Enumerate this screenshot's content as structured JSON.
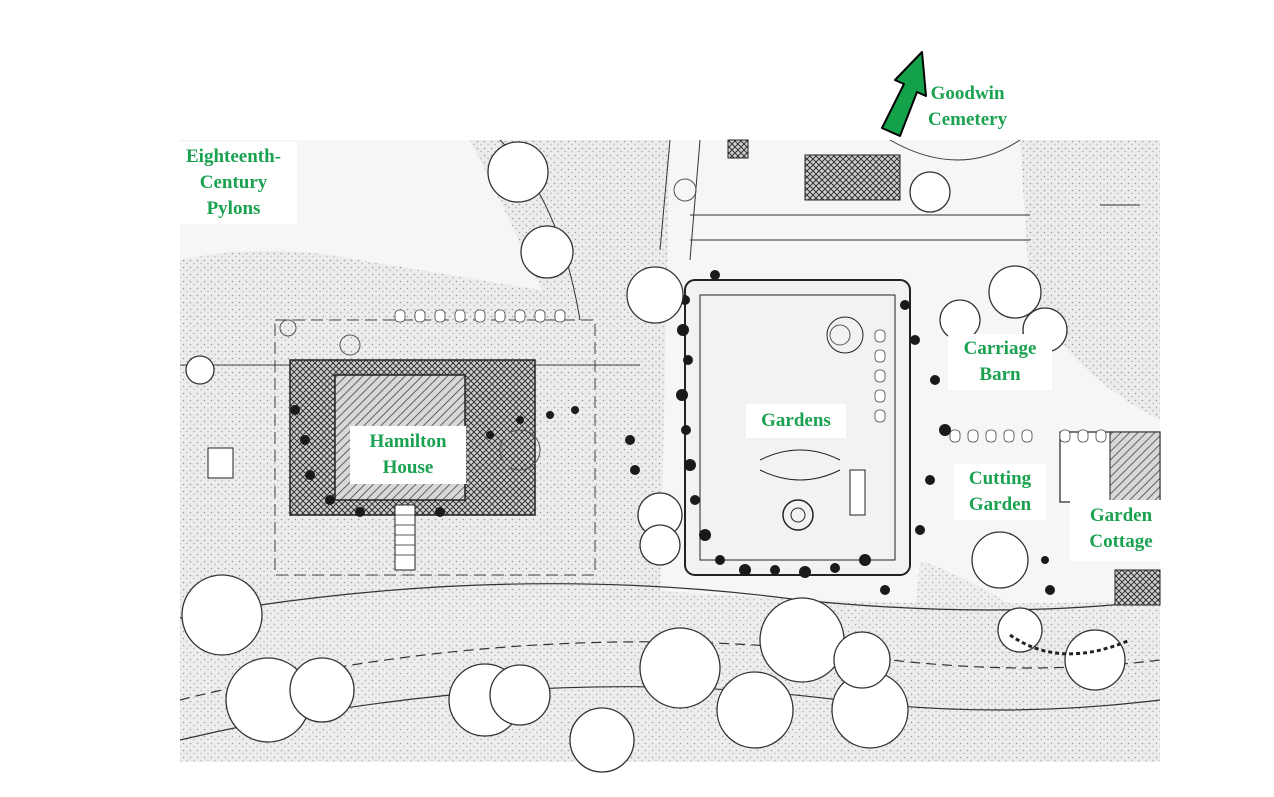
{
  "map": {
    "labels": {
      "goodwin_cemetery": {
        "line1": "Goodwin",
        "line2": "Cemetery"
      },
      "pylons": {
        "line1": "Eighteenth-",
        "line2": "Century",
        "line3": "Pylons"
      },
      "hamilton_house": {
        "line1": "Hamilton",
        "line2": "House"
      },
      "gardens": {
        "line1": "Gardens"
      },
      "carriage_barn": {
        "line1": "Carriage",
        "line2": "Barn"
      },
      "cutting_garden": {
        "line1": "Cutting",
        "line2": "Garden"
      },
      "garden_cottage": {
        "line1": "Garden",
        "line2": "Cottage"
      }
    },
    "north_arrow": {
      "icon": "north-arrow-icon",
      "color": "#13a24a",
      "points_toward": "Goodwin Cemetery"
    },
    "label_color": "#1aa251"
  }
}
